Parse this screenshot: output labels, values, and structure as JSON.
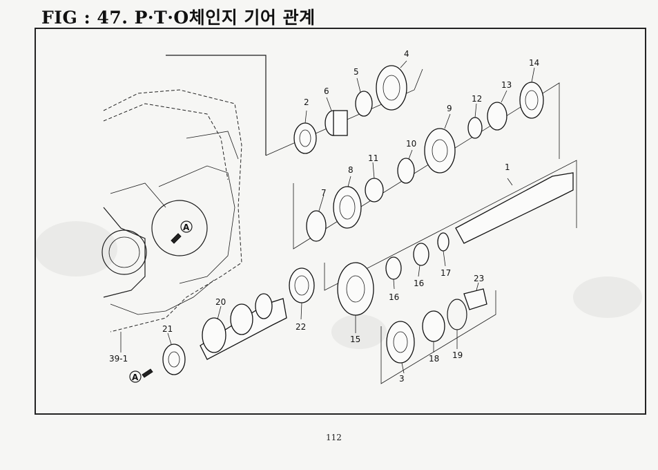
{
  "title": "FIG : 47. P·T·O체인지 기어 관계",
  "page_number": "112",
  "circle_labels": [
    "A",
    "A"
  ],
  "callouts": [
    "1",
    "2",
    "3",
    "4",
    "5",
    "6",
    "7",
    "8",
    "9",
    "10",
    "11",
    "12",
    "13",
    "14",
    "15",
    "16",
    "16",
    "17",
    "18",
    "19",
    "20",
    "21",
    "22",
    "23",
    "39-1"
  ]
}
